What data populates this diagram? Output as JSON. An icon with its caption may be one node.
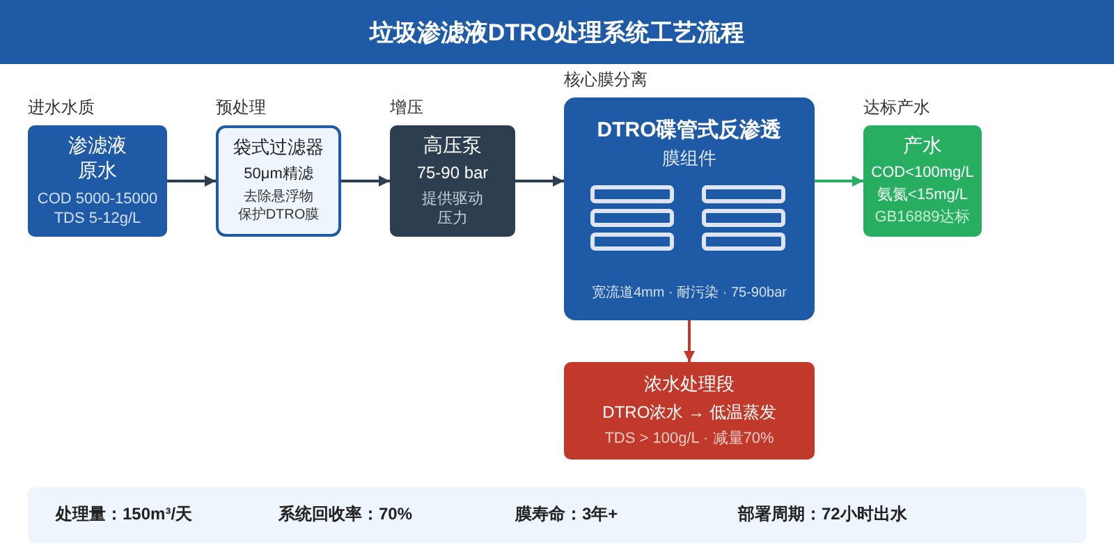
{
  "diagram": {
    "title": "垃圾渗滤液DTRO处理系统工艺流程",
    "nodes": [
      {
        "text": [
          "进水水质",
          "渗滤液原水",
          "COD 5000-15000",
          "TDS 5-12g/L"
        ]
      },
      {
        "text": [
          "预处理",
          "袋式过滤器",
          "50μm精滤",
          "去除悬浮物",
          "保护DTRO膜"
        ]
      },
      {
        "text": [
          "增压",
          "高压泵",
          "75-90 bar",
          "提供驱动压力"
        ]
      },
      {
        "text": [
          "核心膜分离",
          "DTRO碟管式反渗透",
          "膜组件",
          "宽流道4mm · 耐污染 · 75-90bar"
        ]
      },
      {
        "text": [
          "达标产水",
          "产水",
          "COD<100mg/L",
          "氨氮<15mg/L",
          "GB16889达标"
        ]
      },
      {
        "text": [
          "浓水处理段",
          "DTRO浓水 → 低温蒸发",
          "TDS > 100g/L · 减量70%"
        ]
      }
    ],
    "edges": [
      {
        "from": 0,
        "to": 1,
        "arrow": "to"
      },
      {
        "from": 1,
        "to": 2,
        "arrow": "to"
      },
      {
        "from": 2,
        "to": 3,
        "arrow": "to"
      },
      {
        "from": 3,
        "to": 4,
        "arrow": "to",
        "color": "#27ae60"
      },
      {
        "from": 3,
        "to": 5,
        "arrow": "to",
        "color": "#c0392b"
      }
    ],
    "labels": [
      "处理量：150m³/天",
      "系统回收率：70%",
      "膜寿命：3年+",
      "部署周期：72小时出水"
    ]
  }
}
